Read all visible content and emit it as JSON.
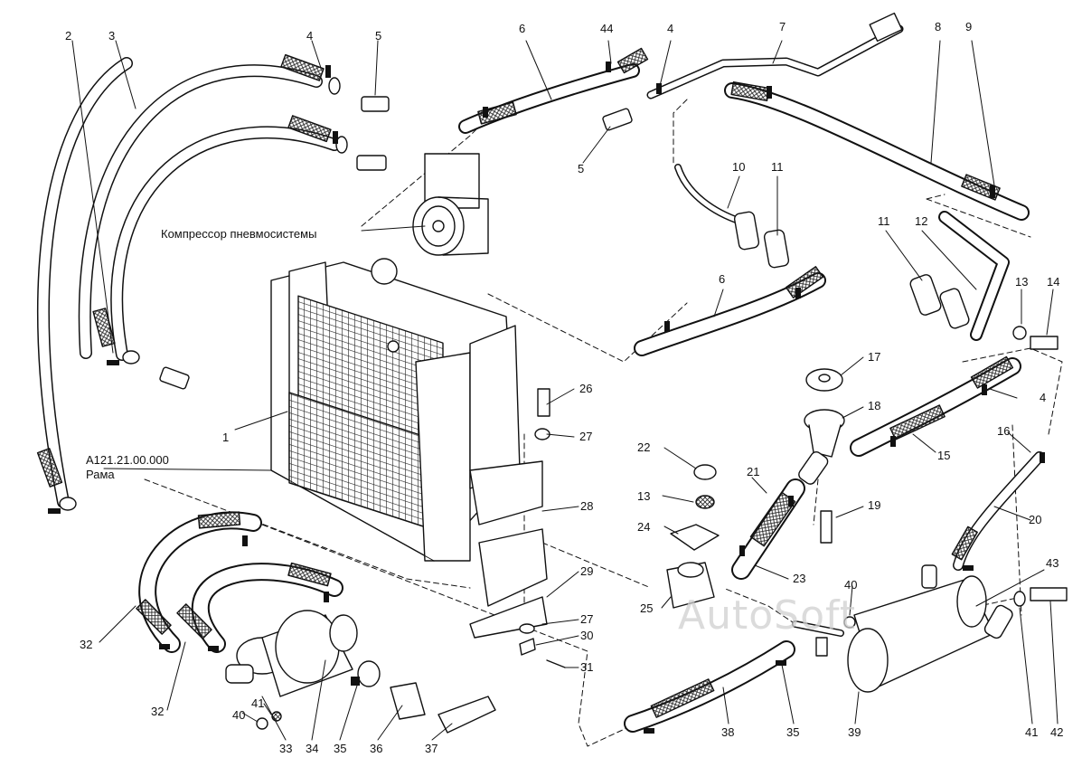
{
  "diagram": {
    "watermark": "AutoSoft",
    "captions": {
      "compressor": "Компрессор пневмосистемы",
      "frame_code": "A121.21.00.000",
      "frame_name": "Рама"
    },
    "callouts": [
      "2",
      "3",
      "4",
      "5",
      "6",
      "44",
      "4",
      "7",
      "8",
      "9",
      "10",
      "11",
      "11",
      "12",
      "13",
      "14",
      "6",
      "5",
      "1",
      "26",
      "27",
      "17",
      "18",
      "4",
      "15",
      "16",
      "22",
      "13",
      "24",
      "21",
      "19",
      "20",
      "28",
      "29",
      "25",
      "23",
      "27",
      "30",
      "31",
      "40",
      "43",
      "32",
      "32",
      "41",
      "40",
      "33",
      "34",
      "35",
      "36",
      "37",
      "38",
      "35",
      "39",
      "41",
      "42"
    ]
  }
}
